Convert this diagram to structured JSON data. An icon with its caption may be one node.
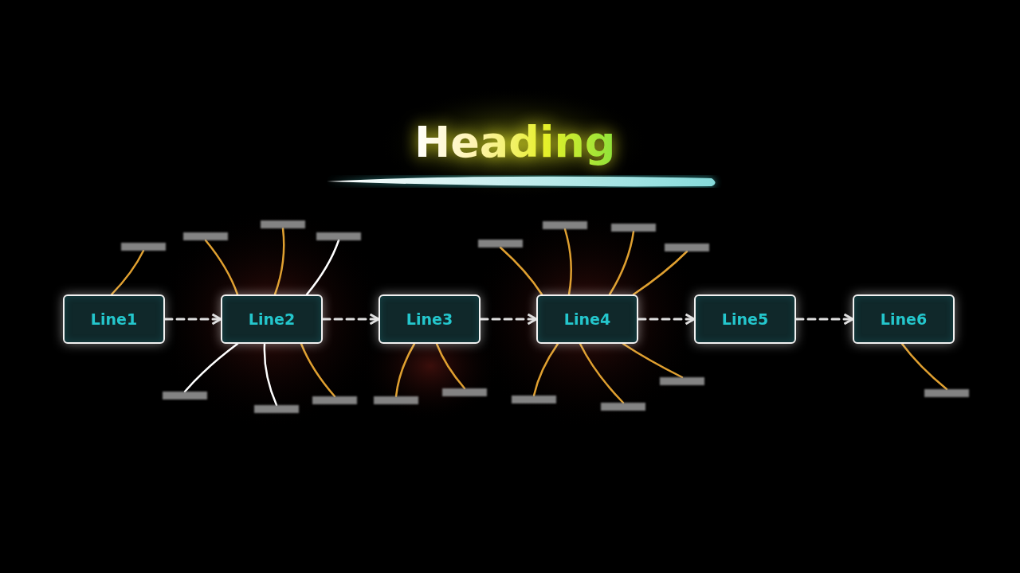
{
  "diagram": {
    "title": "Heading",
    "nodes": [
      {
        "text": [
          "Line1"
        ]
      },
      {
        "text": [
          "Line2"
        ]
      },
      {
        "text": [
          "Line3"
        ]
      },
      {
        "text": [
          "Line4"
        ]
      },
      {
        "text": [
          "Line5"
        ]
      },
      {
        "text": [
          "Line6"
        ]
      },
      {
        "text": [],
        "shape": "box"
      },
      {
        "text": [],
        "shape": "box"
      },
      {
        "text": [],
        "shape": "box"
      },
      {
        "text": [],
        "shape": "box"
      },
      {
        "text": [],
        "shape": "box"
      },
      {
        "text": [],
        "shape": "box"
      },
      {
        "text": [],
        "shape": "box"
      },
      {
        "text": [],
        "shape": "box"
      },
      {
        "text": [],
        "shape": "box"
      },
      {
        "text": [],
        "shape": "box"
      },
      {
        "text": [],
        "shape": "box"
      },
      {
        "text": [],
        "shape": "box"
      },
      {
        "text": [],
        "shape": "box"
      },
      {
        "text": [],
        "shape": "box"
      },
      {
        "text": [],
        "shape": "box"
      },
      {
        "text": [],
        "shape": "box"
      },
      {
        "text": [],
        "shape": "box"
      }
    ],
    "edges": [
      {
        "from": 0,
        "to": 1,
        "arrow": "to",
        "style": "dashed",
        "color": "#dddddd"
      },
      {
        "from": 1,
        "to": 2,
        "arrow": "to",
        "style": "dashed",
        "color": "#dddddd"
      },
      {
        "from": 2,
        "to": 3,
        "arrow": "to",
        "style": "dashed",
        "color": "#dddddd"
      },
      {
        "from": 3,
        "to": 4,
        "arrow": "to",
        "style": "dashed",
        "color": "#dddddd"
      },
      {
        "from": 4,
        "to": 5,
        "arrow": "to",
        "style": "dashed",
        "color": "#dddddd"
      },
      {
        "from": 6,
        "to": 0,
        "arrow": "none"
      },
      {
        "from": 7,
        "to": 1,
        "arrow": "none"
      },
      {
        "from": 8,
        "to": 1,
        "arrow": "none"
      },
      {
        "from": 9,
        "to": 1,
        "arrow": "none",
        "color": "#ffffff"
      },
      {
        "from": 10,
        "to": 1,
        "arrow": "none",
        "color": "#ffffff"
      },
      {
        "from": 11,
        "to": 1,
        "arrow": "none",
        "color": "#ffffff"
      },
      {
        "from": 12,
        "to": 1,
        "arrow": "none"
      },
      {
        "from": 13,
        "to": 2,
        "arrow": "none"
      },
      {
        "from": 14,
        "to": 2,
        "arrow": "none"
      },
      {
        "from": 15,
        "to": 3,
        "arrow": "none"
      },
      {
        "from": 16,
        "to": 3,
        "arrow": "none"
      },
      {
        "from": 17,
        "to": 3,
        "arrow": "none"
      },
      {
        "from": 18,
        "to": 3,
        "arrow": "none"
      },
      {
        "from": 19,
        "to": 3,
        "arrow": "none"
      },
      {
        "from": 20,
        "to": 3,
        "arrow": "none"
      },
      {
        "from": 21,
        "to": 3,
        "arrow": "none"
      },
      {
        "from": 22,
        "to": 5,
        "arrow": "none"
      }
    ]
  }
}
